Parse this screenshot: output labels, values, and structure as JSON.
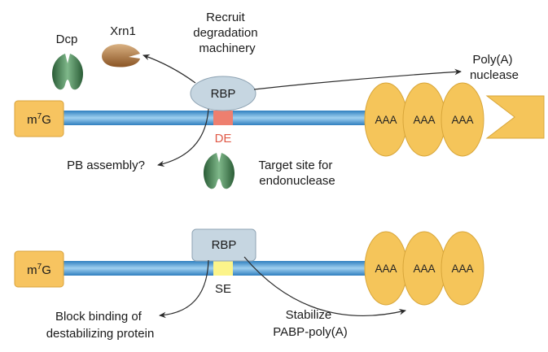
{
  "top": {
    "cap_base": "m",
    "cap_sup": "7",
    "cap_end": "G",
    "rbp": "RBP",
    "element": "DE",
    "polya": [
      "AAA",
      "AAA",
      "AAA"
    ],
    "dcp": "Dcp",
    "xrn1": "Xrn1",
    "recruit": [
      "Recruit",
      "degradation",
      "machinery"
    ],
    "nuclease": [
      "Poly(A)",
      "nuclease"
    ],
    "pb": "PB assembly?",
    "target": [
      "Target site for",
      "endonuclease"
    ]
  },
  "bottom": {
    "cap_base": "m",
    "cap_sup": "7",
    "cap_end": "G",
    "rbp": "RBP",
    "element": "SE",
    "polya": [
      "AAA",
      "AAA",
      "AAA"
    ],
    "block": [
      "Block binding of",
      "destabilizing protein"
    ],
    "stabilize": [
      "Stabilize",
      "PABP-poly(A)"
    ]
  },
  "colors": {
    "cap_fill": "#f7c460",
    "rna_blue": "#5ba4d6",
    "rbp_fill": "#c6d6e1",
    "pabp_fill": "#f5c55a",
    "de_red": "#ee7f6f",
    "se_yellow": "#fcf48a",
    "dcp_green": "#3d7a4b",
    "xrn1_brown": "#a86f36"
  }
}
